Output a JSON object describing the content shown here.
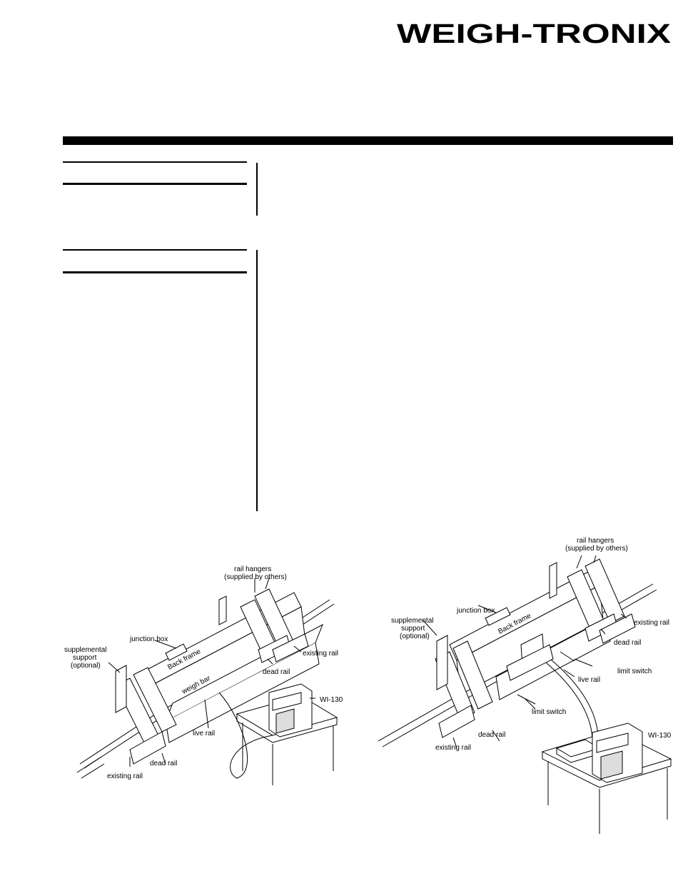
{
  "brand": {
    "name": "WEIGH-TRONIX"
  },
  "figure_left": {
    "labels": {
      "rail_hangers_1": "rail hangers",
      "rail_hangers_2": "(supplied by others)",
      "junction_box": "junction box",
      "back_frame": "Back frame",
      "supplemental_1": "supplemental",
      "supplemental_2": "support",
      "supplemental_3": "(optional)",
      "existing_rail_top": "existing rail",
      "dead_rail_top": "dead rail",
      "weigh_bar": "weigh bar",
      "wi130": "WI-130",
      "live_rail": "live rail",
      "dead_rail_bottom": "dead rail",
      "existing_rail_bottom": "existing rail"
    }
  },
  "figure_right": {
    "labels": {
      "rail_hangers_1": "rail hangers",
      "rail_hangers_2": "(supplied by others)",
      "junction_box": "junction box",
      "supplemental_1": "supplemental",
      "supplemental_2": "support",
      "supplemental_3": "(optional)",
      "back_frame": "Back frame",
      "existing_rail_top": "existing rail",
      "dead_rail_top": "dead rail",
      "limit_switch_top": "limit switch",
      "live_rail": "live rail",
      "limit_switch_bottom": "limit switch",
      "wi130": "WI-130",
      "dead_rail_bottom": "dead rail",
      "existing_rail_bottom": "existing rail"
    }
  }
}
